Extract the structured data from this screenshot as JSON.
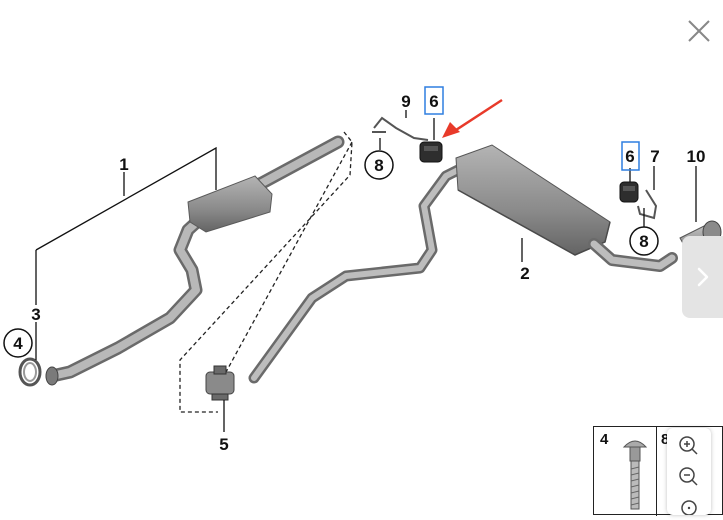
{
  "diagram": {
    "callouts": {
      "c1": "1",
      "c2": "2",
      "c3": "3",
      "c4": "4",
      "c5": "5",
      "c6a": "6",
      "c6b": "6",
      "c7": "7",
      "c8a": "8",
      "c8b": "8",
      "c9": "9",
      "c10": "10"
    }
  },
  "thumbnail": {
    "label_left": "4",
    "label_right": "8"
  },
  "controls": {
    "close_icon": "close-icon",
    "next_icon": "chevron-right-icon",
    "zoom_in_icon": "zoom-in-icon",
    "zoom_out_icon": "zoom-out-icon",
    "zoom_reset_icon": "zoom-reset-icon"
  },
  "colors": {
    "part_fill": "#9a9a9a",
    "highlight_box": "#2f7fe0",
    "annotation_arrow": "#e83a2a",
    "nav_bg": "#e4e4e4"
  }
}
